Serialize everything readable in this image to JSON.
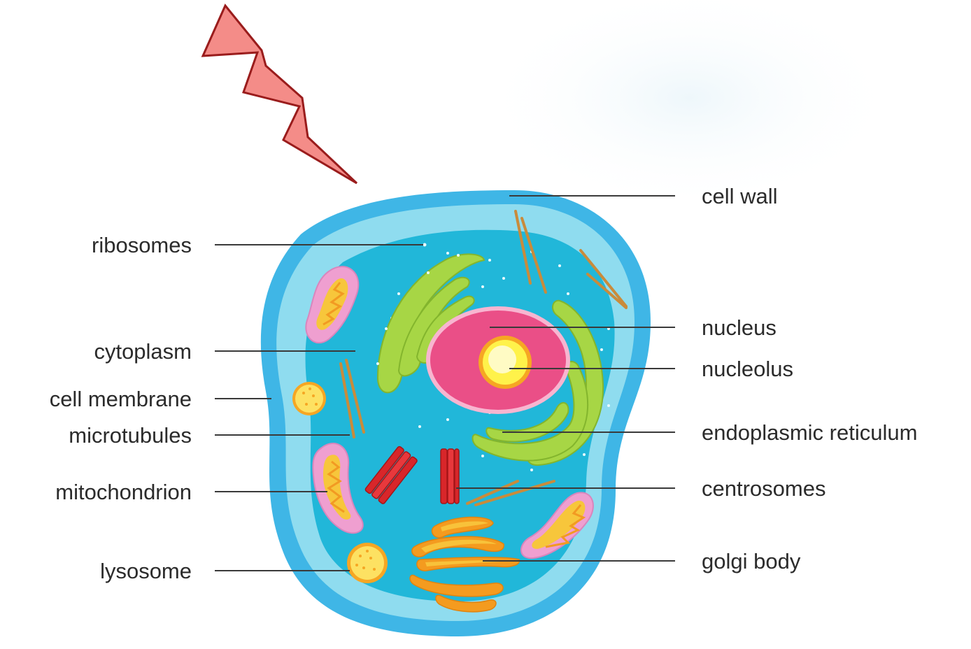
{
  "diagram": {
    "labels_left": {
      "ribosomes": "ribosomes",
      "cytoplasm": "cytoplasm",
      "cell_membrane": "cell membrane",
      "microtubules": "microtubules",
      "mitochondrion": "mitochondrion",
      "lysosome": "lysosome"
    },
    "labels_right": {
      "cell_wall": "cell wall",
      "nucleus": "nucleus",
      "nucleolus": "nucleolus",
      "endoplasmic_reticulum": "endoplasmic reticulum",
      "centrosomes": "centrosomes",
      "golgi_body": "golgi body"
    }
  },
  "colors": {
    "cell_wall": "#3fb6e6",
    "cytoplasm": "#8fdcef",
    "inner_cytoplasm": "#21b7d9",
    "nucleus": "#ea4f87",
    "nucleolus": "#fff24a",
    "er": "#a7d645",
    "golgi": "#f49b1f",
    "mitochondrion": "#ef9fd0",
    "centrosome": "#d8262a",
    "lightning": "#f48c88",
    "lightning_outline": "#9a1c1c"
  },
  "icons": {
    "lightning": "lightning-bolt-icon"
  }
}
